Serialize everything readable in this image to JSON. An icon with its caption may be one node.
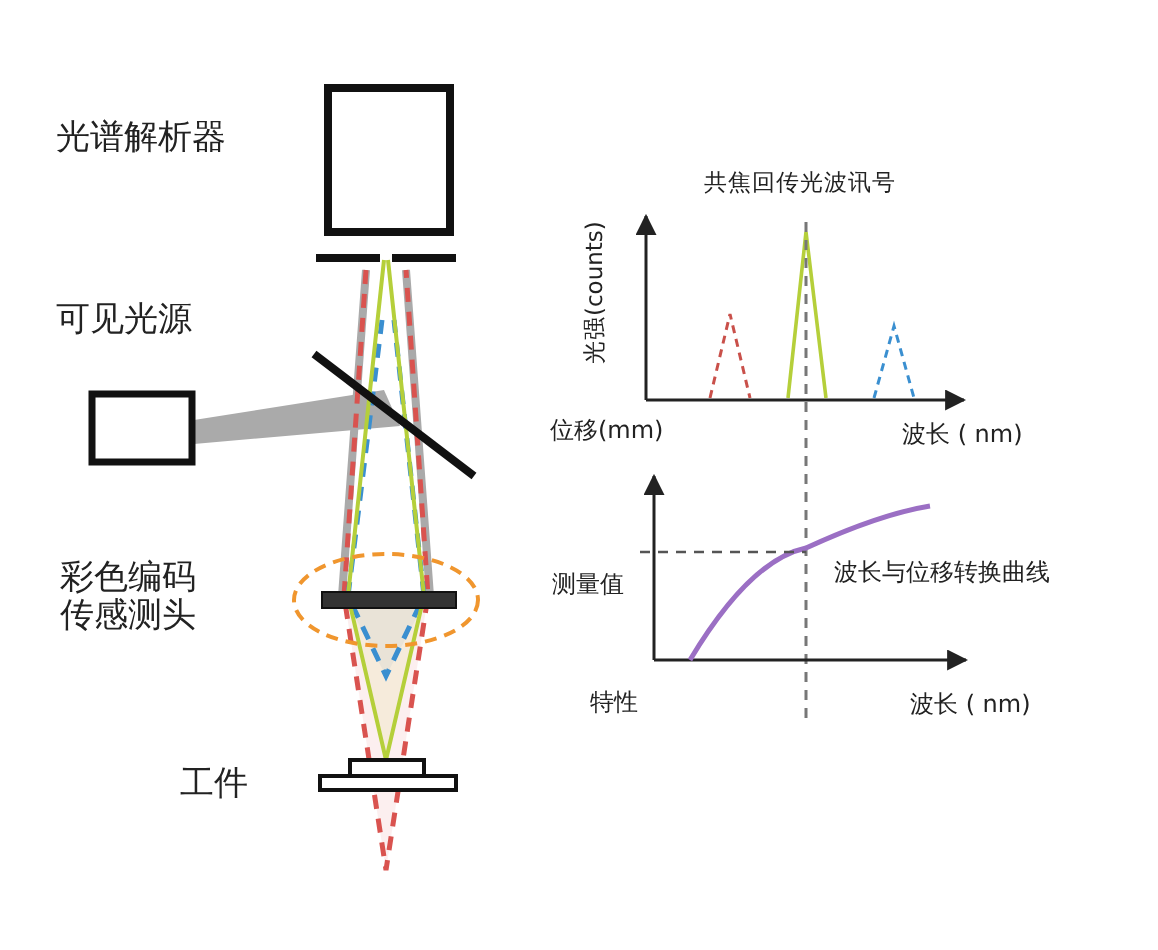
{
  "diagram": {
    "labels": [
      "光谱解析器",
      "可见光源",
      "彩色编码传感测头",
      "工件",
      "共焦回传光波讯号",
      "光强(counts)",
      "位移(mm)",
      "波长 ( nm)",
      "测量值",
      "波长与位移转换曲线",
      "特性",
      "波长 ( nm)"
    ]
  }
}
